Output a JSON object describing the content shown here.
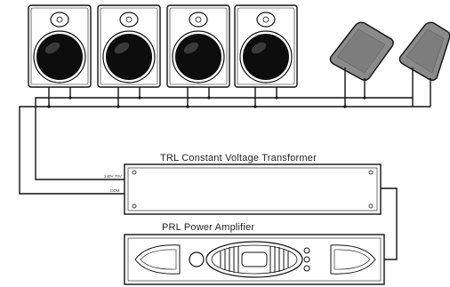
{
  "transformer": {
    "title": "TRL Constant Voltage Transformer",
    "tap_top": "240V 70V",
    "tap_bottom": "COM"
  },
  "amplifier": {
    "title": "PRL Power Amplifier"
  },
  "speakers": {
    "box_count": 4,
    "panel_count": 2
  },
  "colors": {
    "line": "#111111",
    "woofer": "#0d0d0d",
    "panel_fill": "#8a8a8a"
  }
}
